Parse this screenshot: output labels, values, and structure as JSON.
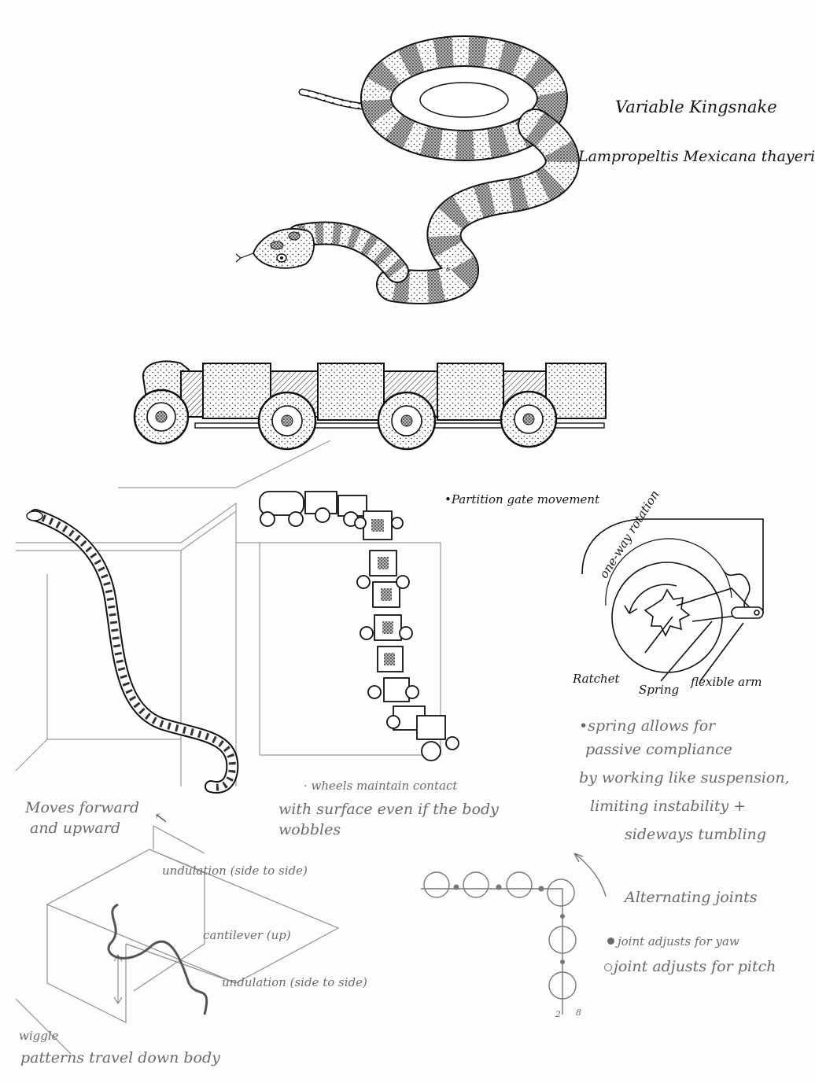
{
  "page": {
    "title_common": "Variable Kingsnake",
    "title_species": "Lampropeltis Mexicana thayeri"
  },
  "mechanism": {
    "partition_note": "•Partition gate movement",
    "arc_label": "one-way rotation",
    "ratchet_label": "Ratchet",
    "spring_label": "Spring",
    "arm_label": "flexible arm",
    "compliance_note": [
      "•spring allows for",
      "passive compliance",
      "by working like suspension,",
      "limiting instability +",
      "sideways tumbling"
    ]
  },
  "locomotion": {
    "wheels_note": [
      "· wheels maintain contact",
      "with surface even if the body",
      "wobbles"
    ],
    "snake_move_note": [
      "Moves forward",
      "and upward"
    ]
  },
  "gait": {
    "undulation_top": "undulation (side to side)",
    "cantilever": "cantilever (up)",
    "undulation_bottom": "undulation (side to side)",
    "wiggle": "wiggle",
    "wiggle_note": "patterns travel down body"
  },
  "joints": {
    "heading": "Alternating joints",
    "yaw_legend": "joint adjusts for yaw",
    "pitch_legend": "joint adjusts for pitch",
    "axis_numbers": [
      "2",
      "8"
    ]
  },
  "colors": {
    "ink": "#151515",
    "pencil": "#6a6a6a",
    "paper": "#fdfdfc"
  }
}
